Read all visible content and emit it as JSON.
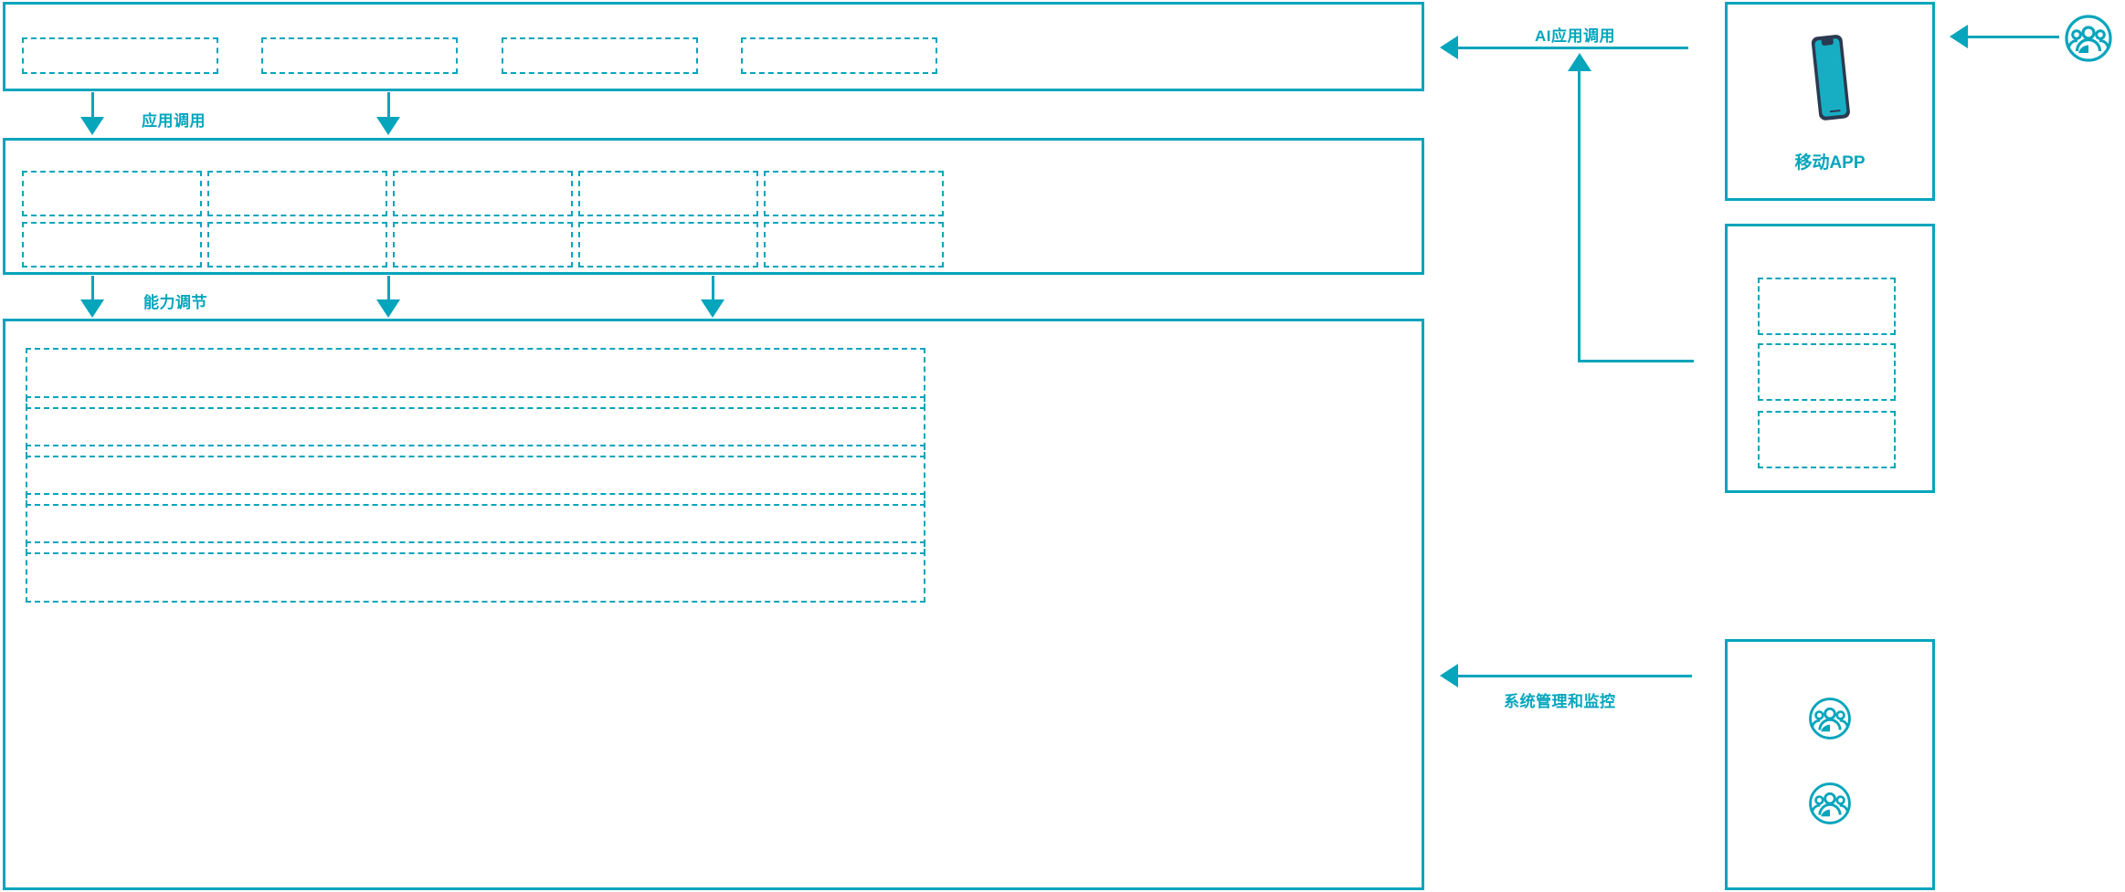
{
  "theme": {
    "accent": "#05A5BC",
    "phone_body": "#2B3A50",
    "phone_screen": "#17AEC4",
    "background": "#FFFFFF"
  },
  "diagram": {
    "title": "",
    "layers": [
      {
        "id": "application-layer",
        "name": "application-layer",
        "label": "",
        "slots": [
          "",
          "",
          "",
          ""
        ]
      },
      {
        "id": "capability-layer",
        "name": "capability-layer",
        "label": "",
        "slots_row1": [
          "",
          "",
          "",
          "",
          ""
        ],
        "slots_row2": [
          "",
          "",
          "",
          "",
          ""
        ]
      },
      {
        "id": "infrastructure-layer",
        "name": "infrastructure-layer",
        "label": "",
        "rows": [
          "",
          "",
          "",
          "",
          ""
        ]
      }
    ],
    "flows": [
      {
        "id": "app-invoke",
        "label": "应用调用"
      },
      {
        "id": "capability-tuning",
        "label": "能力调节"
      },
      {
        "id": "ai-app-invoke",
        "label": "AI应用调用"
      },
      {
        "id": "system-admin-monitor",
        "label": "系统管理和监控"
      }
    ],
    "panels": [
      {
        "id": "mobile-app-panel",
        "caption": "移动APP",
        "icon": "smartphone-icon"
      },
      {
        "id": "service-list-panel",
        "caption": "",
        "slots": [
          "",
          "",
          ""
        ]
      },
      {
        "id": "operators-panel",
        "caption": "",
        "icons": [
          "user-group-icon",
          "user-group-icon"
        ]
      }
    ],
    "actors": [
      {
        "id": "external-user",
        "icon": "user-group-icon",
        "label": ""
      }
    ]
  }
}
